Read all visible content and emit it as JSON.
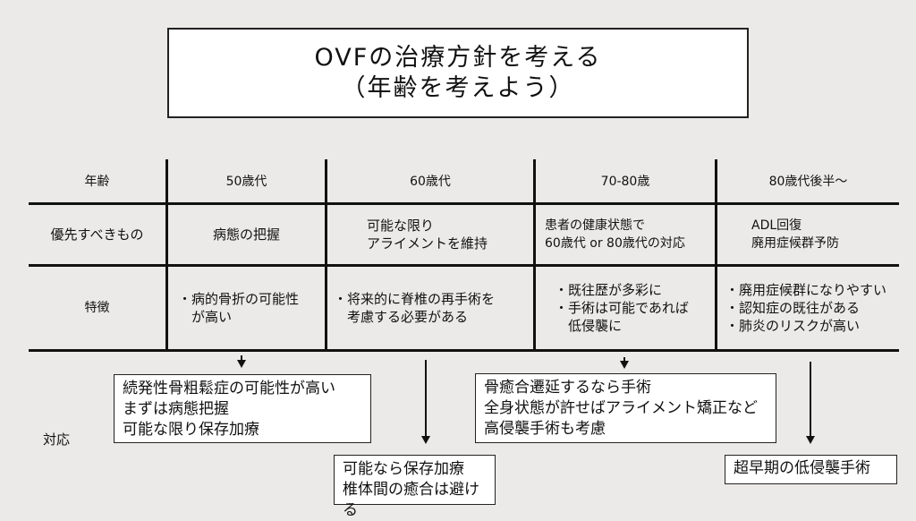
{
  "title": {
    "line1": "OVFの治療方針を考える",
    "line2": "（年齢を考えよう）"
  },
  "table": {
    "row_headers": [
      "年齢",
      "優先すべきもの",
      "特徴"
    ],
    "columns": [
      {
        "age": "50歳代",
        "priority": [
          "病態の把握"
        ],
        "features": [
          "・病的骨折の可能性",
          "　が高い"
        ]
      },
      {
        "age": "60歳代",
        "priority": [
          "可能な限り",
          "アライメントを維持"
        ],
        "features": [
          "・将来的に脊椎の再手術を",
          "　考慮する必要がある"
        ]
      },
      {
        "age": "70-80歳",
        "priority": [
          "患者の健康状態で",
          "60歳代 or 80歳代の対応"
        ],
        "features": [
          "・既往歴が多彩に",
          "・手術は可能であれば",
          "　低侵襲に"
        ]
      },
      {
        "age": "80歳代後半～",
        "priority": [
          "ADL回復",
          "廃用症候群予防"
        ],
        "features": [
          "・廃用症候群になりやすい",
          "・認知症の既往がある",
          "・肺炎のリスクが高い"
        ]
      }
    ]
  },
  "response": {
    "label": "対応",
    "boxes": [
      [
        "続発性骨粗鬆症の可能性が高い",
        "まずは病態把握",
        "可能な限り保存加療"
      ],
      [
        "可能なら保存加療",
        "椎体間の癒合は避ける"
      ],
      [
        "骨癒合遷延するなら手術",
        "全身状態が許せばアライメント矯正など",
        "高侵襲手術も考慮"
      ],
      [
        "超早期の低侵襲手術"
      ]
    ]
  }
}
